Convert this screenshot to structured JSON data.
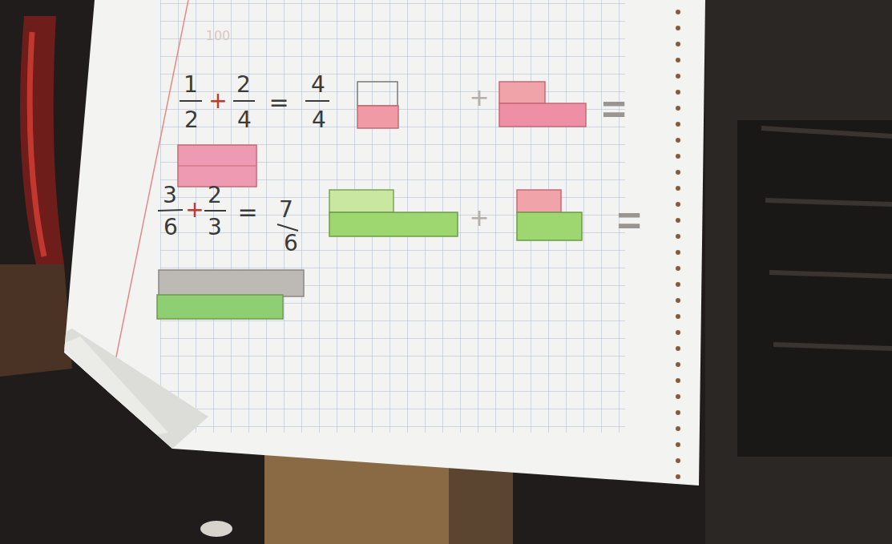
{
  "diagram": {
    "labels": [
      "100",
      "1",
      "2",
      "+",
      "2",
      "4",
      "=",
      "4",
      "4",
      "+",
      "=",
      "3",
      "6",
      "+",
      "2",
      "3",
      "=",
      "7",
      "6",
      "+",
      "="
    ]
  }
}
